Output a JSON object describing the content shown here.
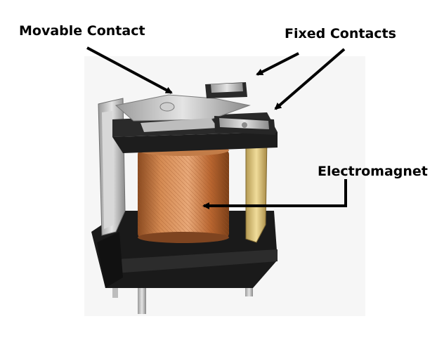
{
  "labels": {
    "movable_contact": "Movable Contact",
    "fixed_contacts": "Fixed Contacts",
    "electromagnet": "Electromagnet"
  },
  "colors": {
    "arrow": "#000000",
    "coil": "#c8763f",
    "plastic": "#1a1a1a",
    "metal": "#c9c9c9"
  }
}
